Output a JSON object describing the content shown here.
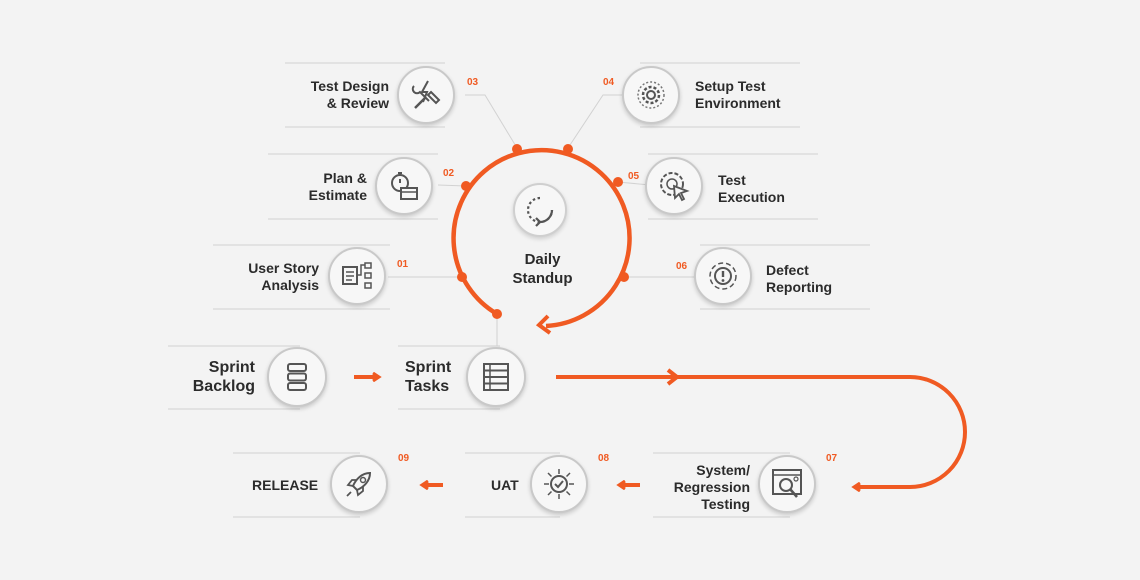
{
  "center": {
    "line1": "Daily",
    "line2": "Standup"
  },
  "steps": {
    "s1": {
      "num": "01",
      "line1": "User Story",
      "line2": "Analysis"
    },
    "s2": {
      "num": "02",
      "line1": "Plan &",
      "line2": "Estimate"
    },
    "s3": {
      "num": "03",
      "line1": "Test Design",
      "line2": "& Review"
    },
    "s4": {
      "num": "04",
      "line1": "Setup Test",
      "line2": "Environment"
    },
    "s5": {
      "num": "05",
      "line1": "Test",
      "line2": "Execution"
    },
    "s6": {
      "num": "06",
      "line1": "Defect",
      "line2": "Reporting"
    },
    "s7": {
      "num": "07",
      "line1": "System/",
      "line2": "Regression",
      "line3": "Testing"
    },
    "s8": {
      "num": "08",
      "line1": "UAT"
    },
    "s9": {
      "num": "09",
      "line1": "RELEASE"
    }
  },
  "sprint": {
    "backlog": {
      "line1": "Sprint",
      "line2": "Backlog"
    },
    "tasks": {
      "line1": "Sprint",
      "line2": "Tasks"
    }
  },
  "colors": {
    "accent": "#f05a22",
    "text": "#2b2b2b",
    "line": "#cccccc"
  }
}
